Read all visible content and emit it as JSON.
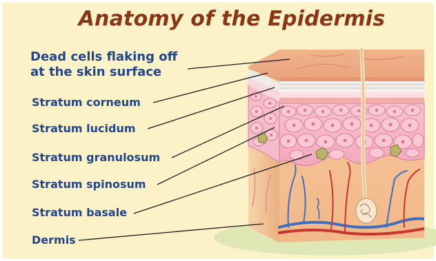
{
  "title": "Anatomy of the Epidermis",
  "labels": {
    "dead_cells_line1": "Dead cells flaking off",
    "dead_cells_line2": "at the skin surface",
    "stratum_corneum": "Stratum corneum",
    "stratum_lucidum": "Stratum lucidum",
    "stratum_granulosum": "Stratum granulosum",
    "stratum_spinosum": "Stratum spinosum",
    "stratum_basale": "Stratum basale",
    "dermis": "Dermis"
  },
  "colors": {
    "background": "#fbf3c7",
    "title": "#8a3516",
    "label": "#22458c",
    "leader_line": "#1a1a1a",
    "surface": "#f2b98f",
    "cells": "#f0a6bd",
    "dermis": "#f4c294",
    "vein": "#3e6fbf",
    "artery": "#c8342f",
    "shadow": "#dfe7b4"
  },
  "icons": [
    "skin-cross-section-illustration"
  ]
}
